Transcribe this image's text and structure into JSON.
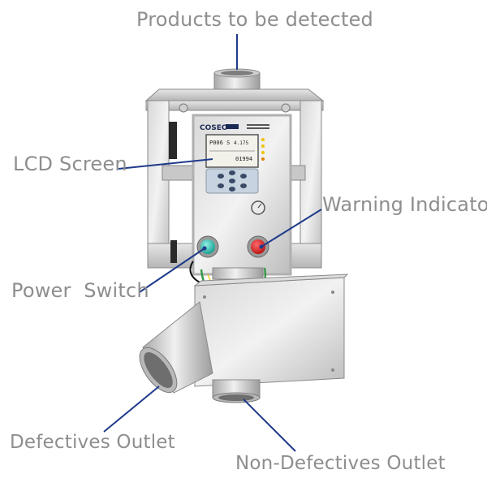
{
  "labels": {
    "products": "Products to be detected",
    "lcd_screen": "LCD Screen",
    "warning_indicator": "Warning Indicator",
    "power_switch": "Power  Switch",
    "defectives_outlet": "Defectives Outlet",
    "non_defectives_outlet": "Non-Defectives Outlet"
  },
  "device": {
    "brand": "COSEO",
    "lcd_lines": [
      "P006  S",
      "4.175",
      "01994"
    ]
  },
  "colors": {
    "callout_line": "#1f3a8a",
    "label_text": "#8e8e8e",
    "power_button": "#19b8a8",
    "warning_button": "#e21b1b"
  }
}
